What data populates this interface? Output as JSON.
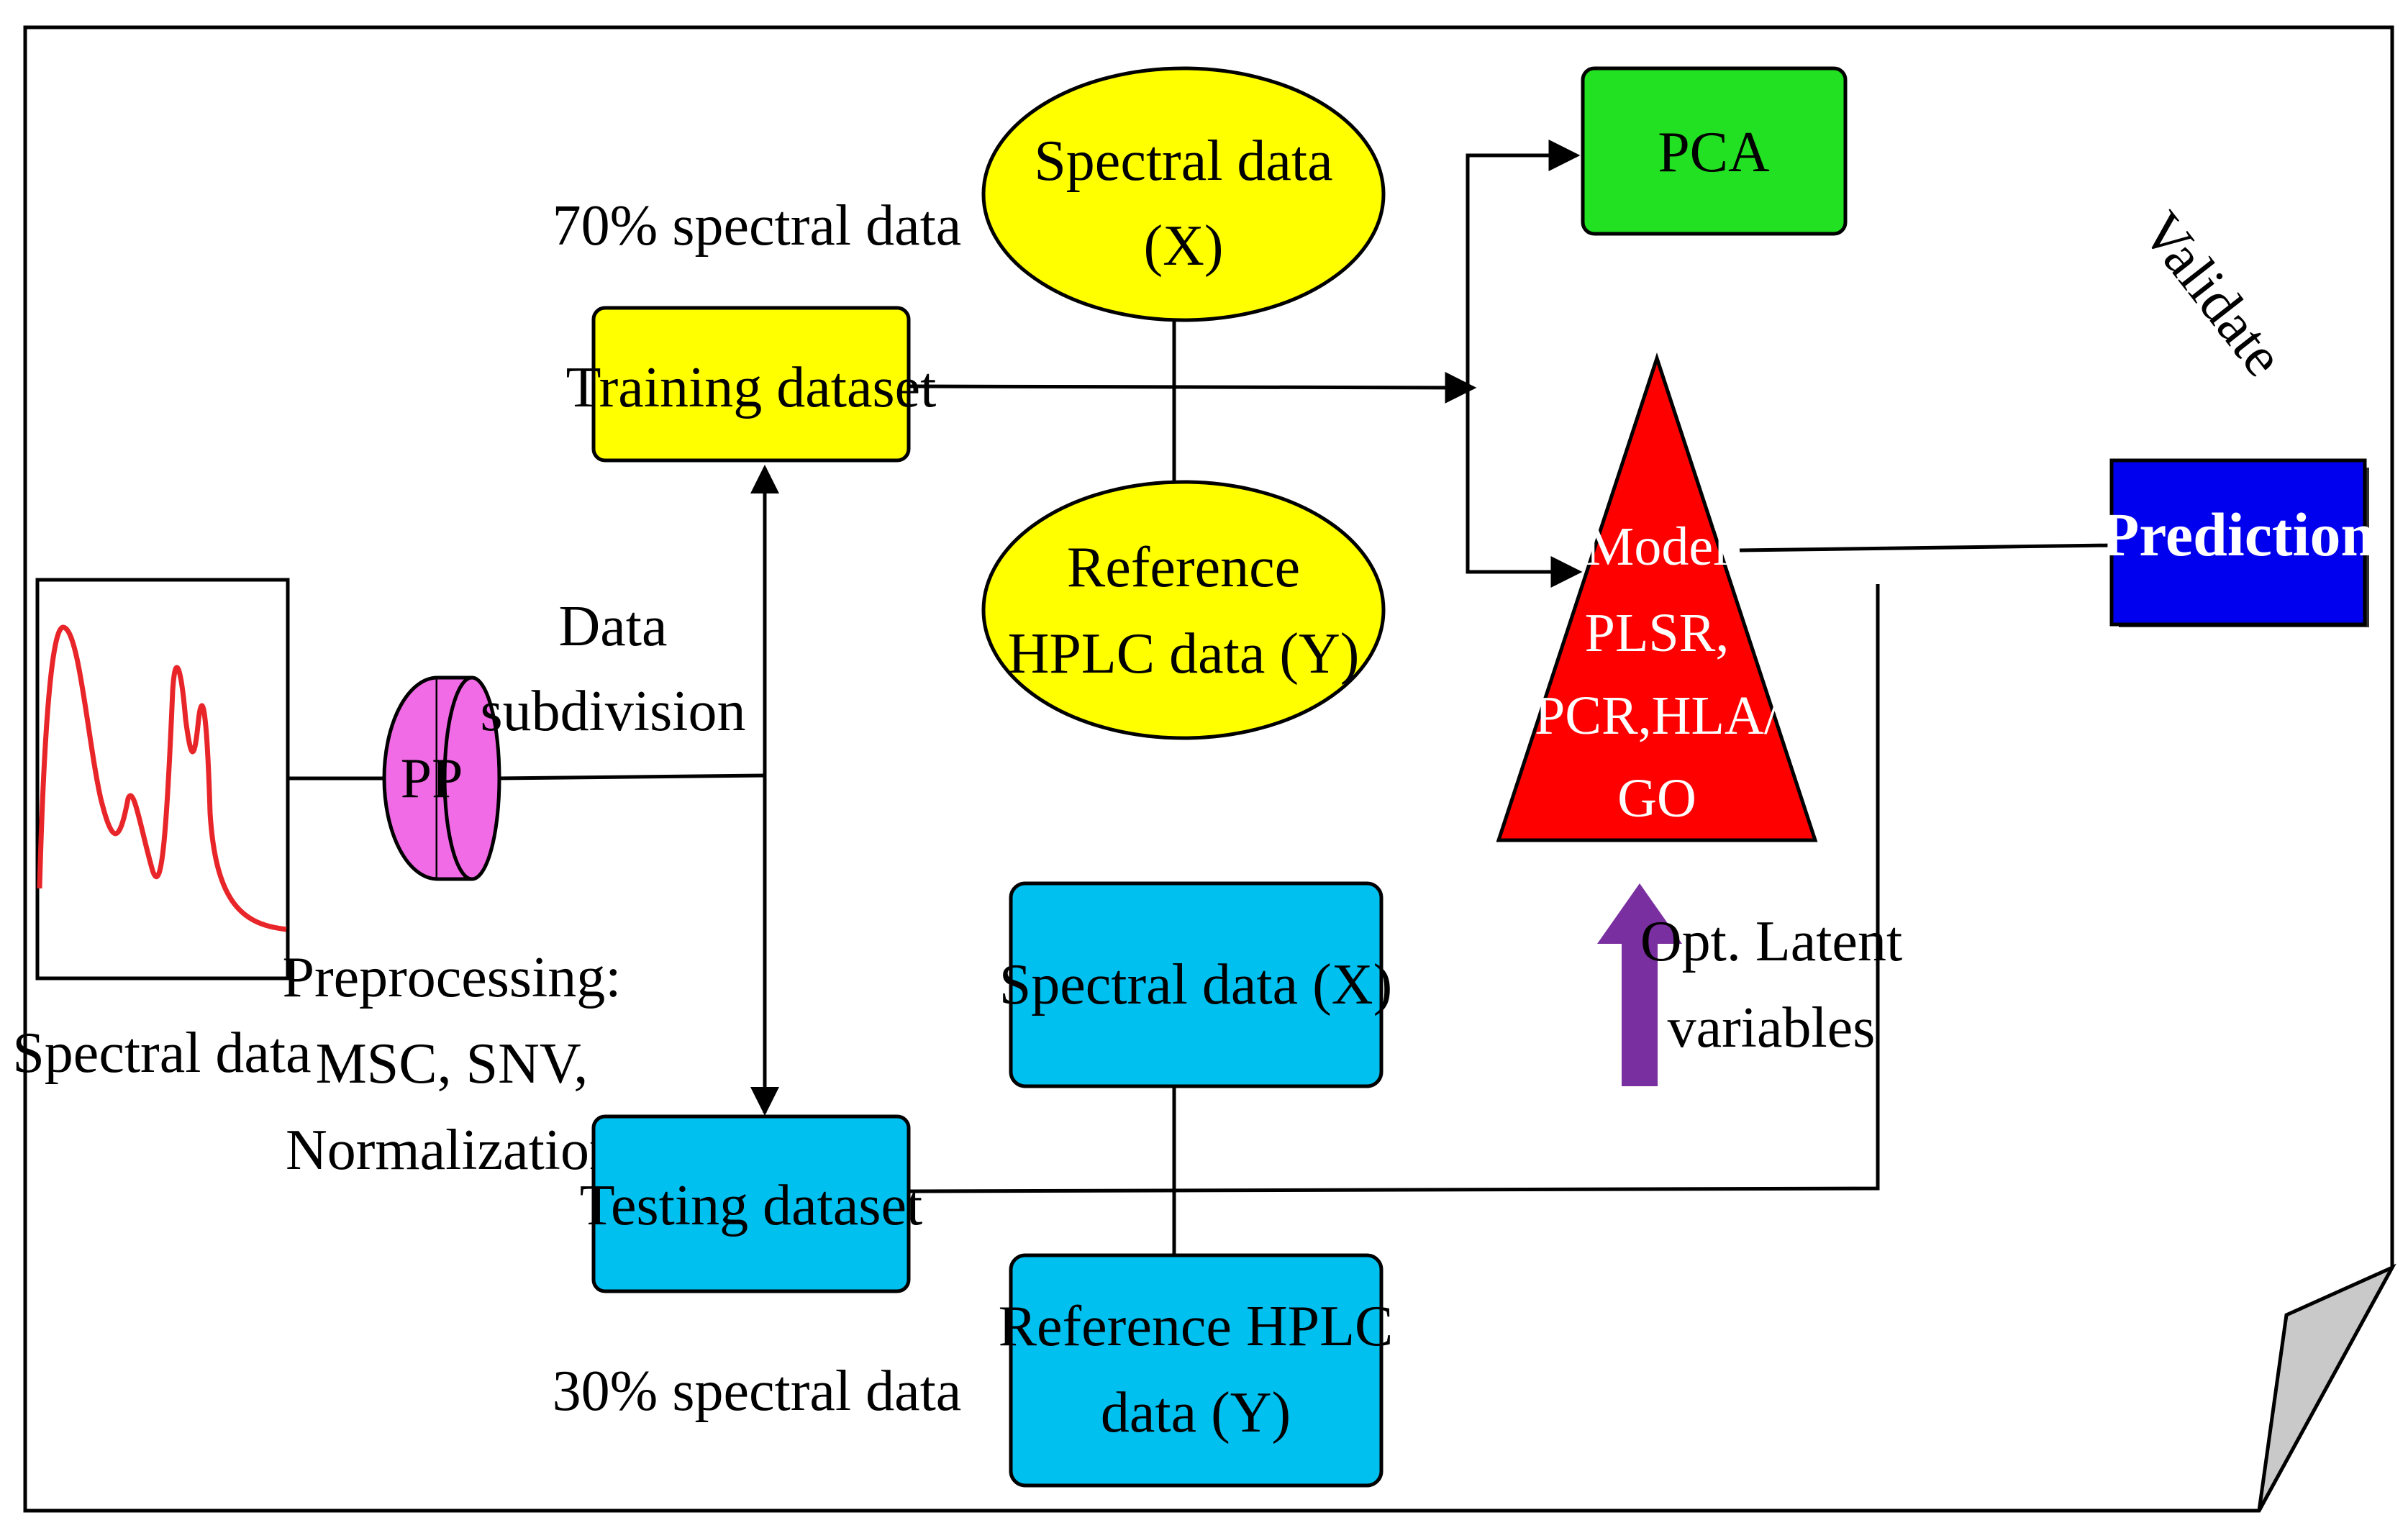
{
  "source_spectrum": {
    "caption": "Spectral data",
    "curve_color": "#e8262a"
  },
  "pp": {
    "label": "PP",
    "color": "#f26be6"
  },
  "preprocessing": {
    "line1": "Preprocessing:",
    "line2": "MSC, SNV,",
    "line3": "Normalization"
  },
  "subdivision": {
    "line1": "Data",
    "line2": "subdivision"
  },
  "training": {
    "percent_label": "70% spectral data",
    "label": "Training dataset",
    "color": "#ffff00"
  },
  "testing": {
    "percent_label": "30% spectral data",
    "label": "Testing dataset",
    "color": "#00c0f0"
  },
  "train_x": {
    "line1": "Spectral data",
    "line2": "(X)"
  },
  "train_y": {
    "line1": "Reference",
    "line2": "HPLC data (Y)"
  },
  "test_x": {
    "label": "Spectral data (X)"
  },
  "test_y": {
    "line1": "Reference HPLC",
    "line2": "data (Y)"
  },
  "pca": {
    "label": "PCA",
    "color": "#22e022"
  },
  "model": {
    "line1": "Model",
    "line2": "PLSR,",
    "line3": "PCR,HLA/",
    "line4": "GO",
    "color": "#ff0000"
  },
  "latent": {
    "line1": "Opt. Latent",
    "line2": "variables",
    "arrow_color": "#7a2fa0"
  },
  "validate": {
    "label": "Validate"
  },
  "prediction": {
    "label": "Prediction",
    "color": "#0000ee"
  }
}
